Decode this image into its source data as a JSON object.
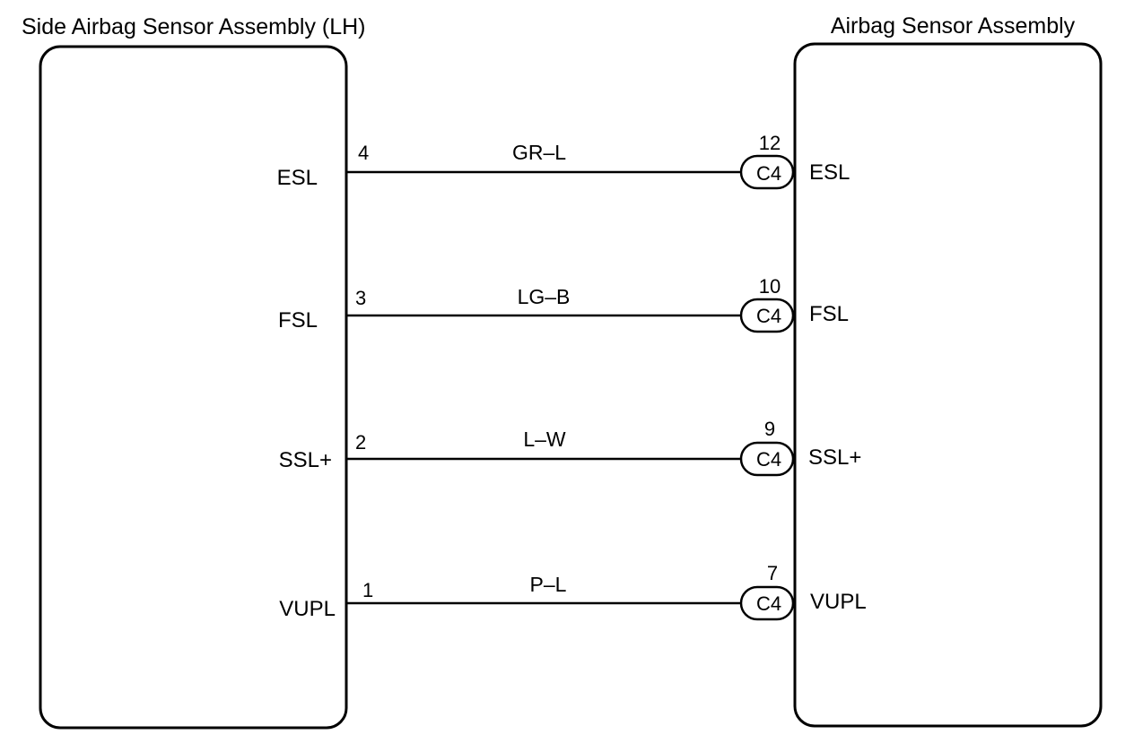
{
  "diagram": {
    "left_component": {
      "title": "Side Airbag Sensor Assembly (LH)"
    },
    "right_component": {
      "title": "Airbag Sensor Assembly"
    },
    "circuits": [
      {
        "left_terminal": "ESL",
        "left_pin": "4",
        "wire_color": "GR–L",
        "connector": "C4",
        "right_pin": "12",
        "right_terminal": "ESL"
      },
      {
        "left_terminal": "FSL",
        "left_pin": "3",
        "wire_color": "LG–B",
        "connector": "C4",
        "right_pin": "10",
        "right_terminal": "FSL"
      },
      {
        "left_terminal": "SSL+",
        "left_pin": "2",
        "wire_color": "L–W",
        "connector": "C4",
        "right_pin": "9",
        "right_terminal": "SSL+"
      },
      {
        "left_terminal": "VUPL",
        "left_pin": "1",
        "wire_color": "P–L",
        "connector": "C4",
        "right_pin": "7",
        "right_terminal": "VUPL"
      }
    ]
  }
}
